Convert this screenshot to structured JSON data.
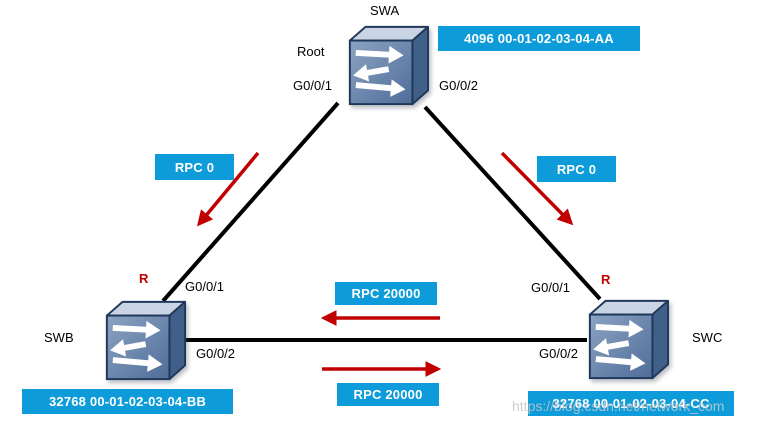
{
  "devices": {
    "swa": {
      "name": "SWA",
      "role_label": "Root",
      "bridge_id": "4096 00-01-02-03-04-AA",
      "port1": "G0/0/1",
      "port2": "G0/0/2"
    },
    "swb": {
      "name": "SWB",
      "root_port_marker": "R",
      "bridge_id": "32768 00-01-02-03-04-BB",
      "port1": "G0/0/1",
      "port2": "G0/0/2"
    },
    "swc": {
      "name": "SWC",
      "root_port_marker": "R",
      "bridge_id": "32768 00-01-02-03-04-CC",
      "port1": "G0/0/1",
      "port2": "G0/0/2"
    }
  },
  "links": {
    "swa_swb": {
      "rpc_label": "RPC 0"
    },
    "swa_swc": {
      "rpc_label": "RPC 0"
    },
    "swb_swc": {
      "rpc_label_top": "RPC 20000",
      "rpc_label_bottom": "RPC 20000"
    }
  },
  "watermark": {
    "text": "https://blog.csdn.net/network_com"
  },
  "colors": {
    "badge_cyan": "#0D9CD9",
    "arrow_red": "#C00000",
    "link_black": "#000000",
    "switch_front": "#5F7CA3"
  }
}
